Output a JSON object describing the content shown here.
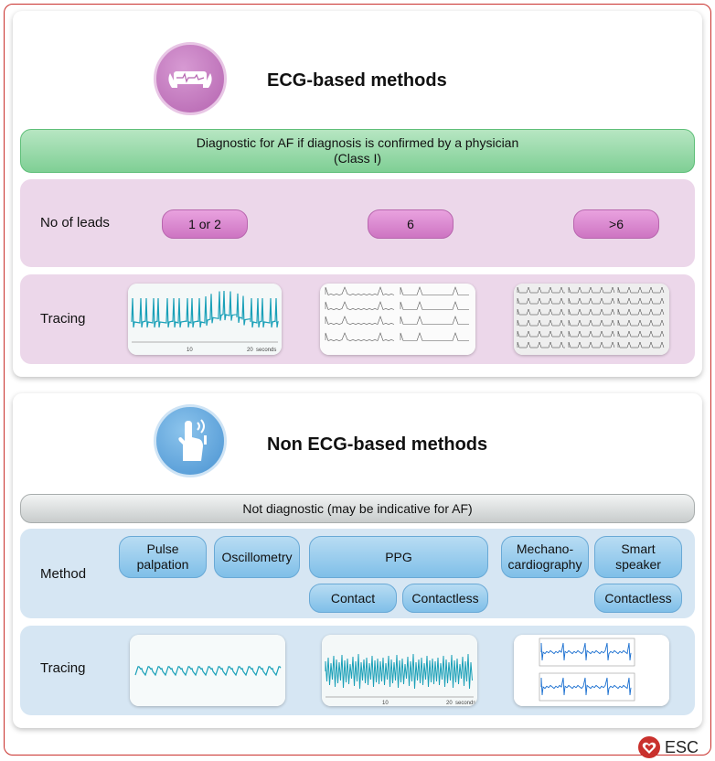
{
  "ecg_section": {
    "title": "ECG-based methods",
    "banner_line1": "Diagnostic for AF if diagnosis is confirmed by a physician",
    "banner_line2": "(Class I)",
    "leads_label": "No of leads",
    "leads": [
      "1 or 2",
      "6",
      ">6"
    ],
    "tracing_label": "Tracing",
    "tracing_axis": {
      "tick1": "10",
      "tick2": "20",
      "unit": "seconds"
    }
  },
  "non_ecg_section": {
    "title": "Non ECG-based methods",
    "banner": "Not diagnostic (may be indicative for AF)",
    "method_label": "Method",
    "methods": {
      "pulse": "Pulse palpation",
      "oscillometry": "Oscillometry",
      "ppg": "PPG",
      "ppg_contact": "Contact",
      "ppg_contactless": "Contactless",
      "mechano": "Mechano-cardiography",
      "smart_speaker": "Smart speaker",
      "speaker_contactless": "Contactless"
    },
    "tracing_label": "Tracing",
    "tracing_axis": {
      "tick1": "10",
      "tick2": "20",
      "unit": "seconds"
    }
  },
  "logo": {
    "text": "ESC"
  },
  "colors": {
    "frame": "#c9302c",
    "ecg_accent": "#b564b0",
    "ecg_row": "#ecd7ea",
    "non_ecg_accent": "#4a93d2",
    "non_ecg_row": "#d6e6f3",
    "banner_green": "#7fcf95",
    "banner_gray": "#c8cccc",
    "trace": "#1aa0b8"
  }
}
